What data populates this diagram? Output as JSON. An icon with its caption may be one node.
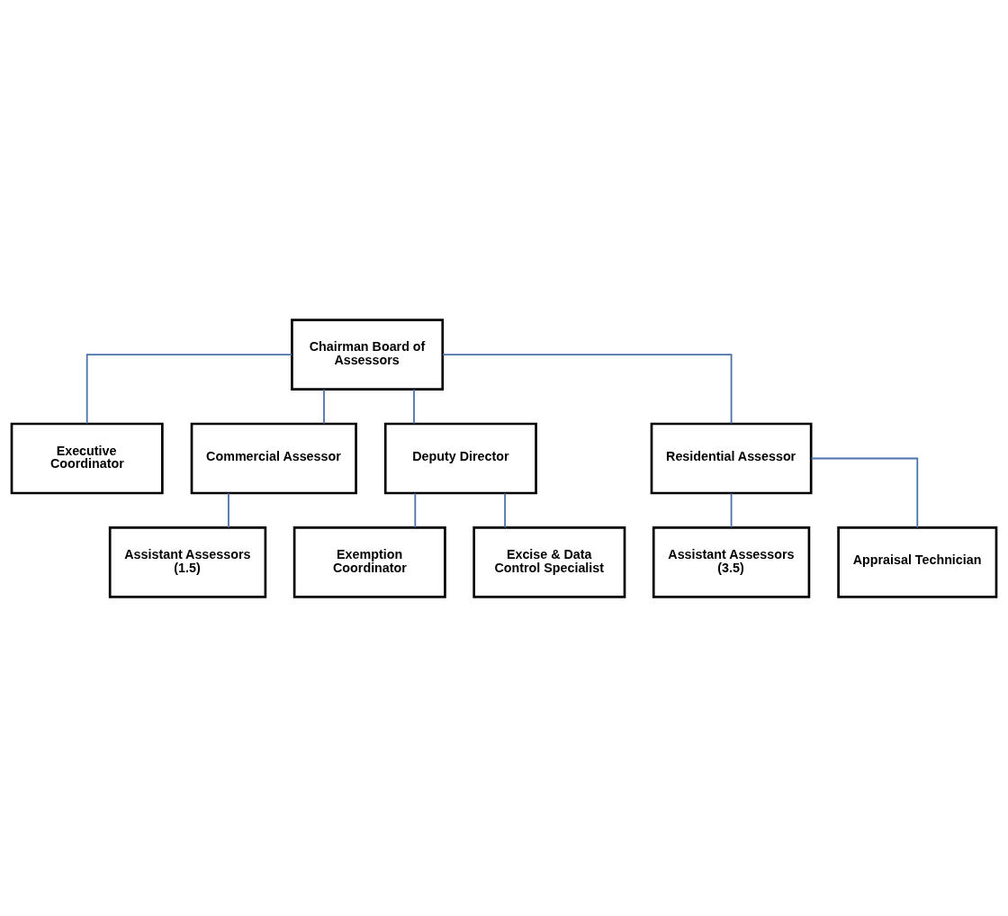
{
  "diagram": {
    "nodes": [
      {
        "text": [
          "Chairman Board of Assessors"
        ]
      },
      {
        "text": [
          "Executive Coordinator"
        ]
      },
      {
        "text": [
          "Commercial Assessor"
        ]
      },
      {
        "text": [
          "Deputy Director"
        ]
      },
      {
        "text": [
          "Residential Assessor"
        ]
      },
      {
        "text": [
          "Assistant Assessors (1.5)"
        ]
      },
      {
        "text": [
          "Exemption Coordinator"
        ]
      },
      {
        "text": [
          "Excise & Data Control Specialist"
        ]
      },
      {
        "text": [
          "Assistant Assessors (3.5)"
        ]
      },
      {
        "text": [
          "Appraisal Technician"
        ]
      }
    ],
    "edges": [
      {
        "from": 0,
        "to": 1,
        "arrow": "none"
      },
      {
        "from": 0,
        "to": 2,
        "arrow": "none"
      },
      {
        "from": 0,
        "to": 3,
        "arrow": "none"
      },
      {
        "from": 0,
        "to": 4,
        "arrow": "none"
      },
      {
        "from": 2,
        "to": 5,
        "arrow": "none"
      },
      {
        "from": 3,
        "to": 6,
        "arrow": "none"
      },
      {
        "from": 3,
        "to": 7,
        "arrow": "none"
      },
      {
        "from": 4,
        "to": 8,
        "arrow": "none"
      },
      {
        "from": 4,
        "to": 9,
        "arrow": "none"
      }
    ]
  }
}
